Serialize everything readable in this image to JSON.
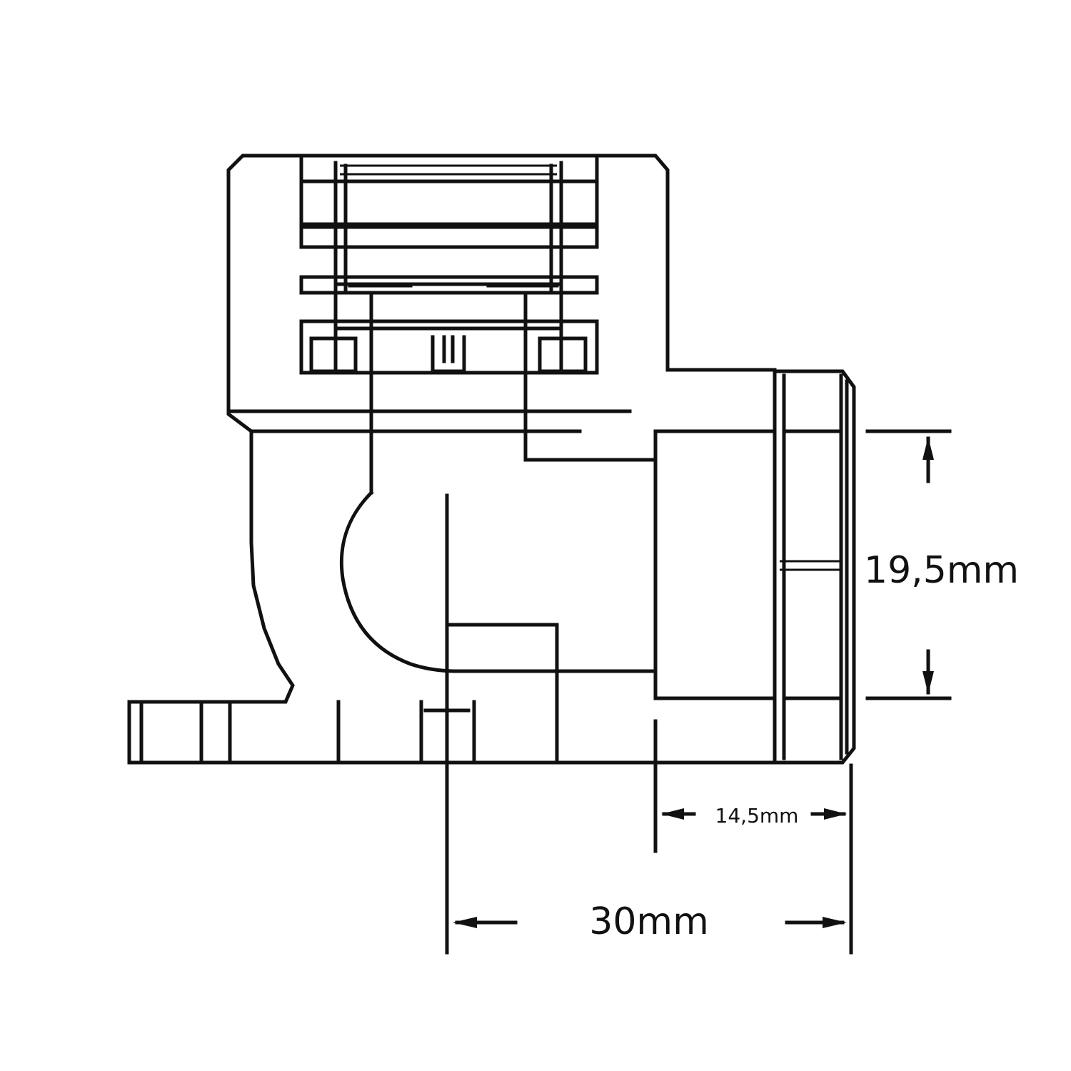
{
  "drawing": {
    "subject": "elbow fitting",
    "stroke_color": "#111111",
    "background_color": "#ffffff"
  },
  "dimensions": {
    "height_label": "19,5mm",
    "thread_length_label": "14,5mm",
    "overall_width_label": "30mm"
  }
}
